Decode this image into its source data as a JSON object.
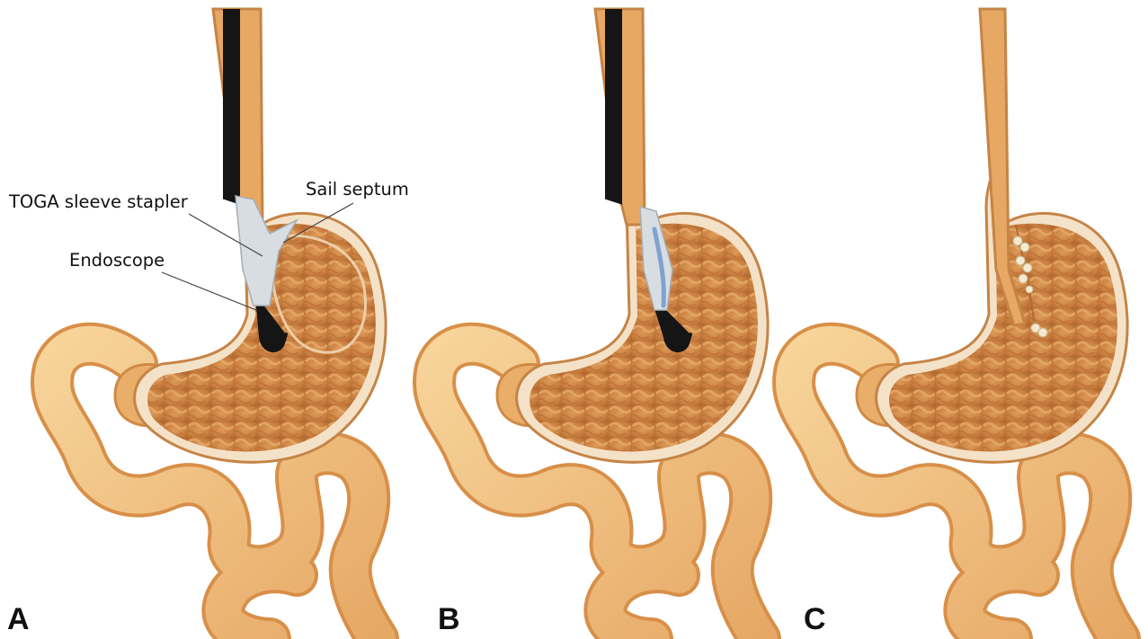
{
  "panels": [
    {
      "letter": "A"
    },
    {
      "letter": "B"
    },
    {
      "letter": "C"
    }
  ],
  "callouts": {
    "toga_stapler": "TOGA sleeve stapler",
    "sail_septum": "Sail septum",
    "endoscope": "Endoscope"
  },
  "colors": {
    "tissue_light": "#f5c98a",
    "tissue_mid": "#e0a060",
    "tissue_dark": "#c8783a",
    "lumen": "#cf8848",
    "wall": "#f4e2c8",
    "scope": "#151515",
    "stapler": "#d8dde2",
    "staple_line": "#7fa3cf",
    "staples": "#f3ead0"
  }
}
